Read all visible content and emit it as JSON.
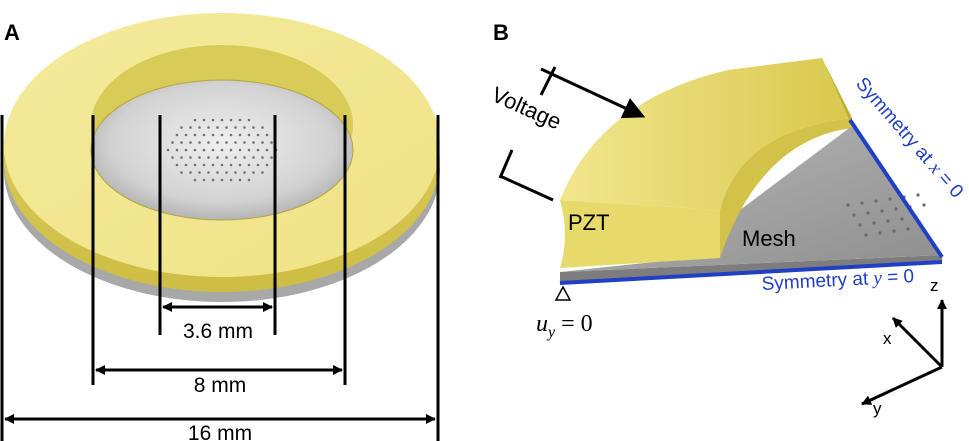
{
  "panels": {
    "a": {
      "label": "A",
      "dimensions": {
        "inner": "3.6 mm",
        "middle": "8 mm",
        "outer": "16 mm"
      }
    },
    "b": {
      "label": "B",
      "voltage_label": "Voltage",
      "pzt_label": "PZT",
      "mesh_label": "Mesh",
      "symmetry_x_prefix": "Symmetry at ",
      "symmetry_x_var": "x",
      "symmetry_x_suffix": " = 0",
      "symmetry_y_prefix": "Symmetry at ",
      "symmetry_y_var": "y",
      "symmetry_y_suffix": " = 0",
      "boundary_var": "u",
      "boundary_sub": "y",
      "boundary_suffix": " = 0",
      "axes": {
        "x": "x",
        "y": "y",
        "z": "z"
      }
    }
  },
  "colors": {
    "pzt": "#f1e58c",
    "pzt_dark": "#c9ba3a",
    "mesh": "#c8c8c8",
    "symmetry_line": "#1f3fc4"
  }
}
